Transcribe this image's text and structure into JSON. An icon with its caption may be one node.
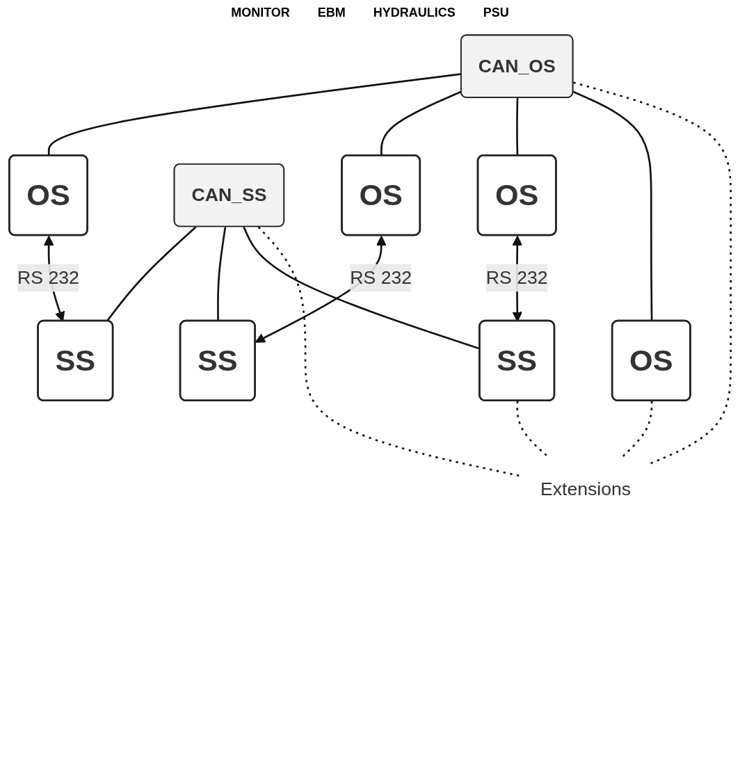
{
  "diagram": {
    "nodes": [
      {
        "text": [
          "OS"
        ]
      },
      {
        "text": [
          "SS"
        ]
      },
      {
        "text": [
          "CAN_OS"
        ]
      },
      {
        "text": [
          "CAN_SS"
        ]
      },
      {
        "text": [
          "OS"
        ]
      },
      {
        "text": [
          "SS"
        ]
      },
      {
        "text": [
          "OS"
        ]
      },
      {
        "text": [
          "SS"
        ]
      },
      {
        "text": [
          "OS"
        ]
      },
      {
        "text": [
          "Extensions"
        ]
      }
    ],
    "edges": [
      {
        "from": 0,
        "to": 1,
        "arrow": "both",
        "label": "RS 232"
      },
      {
        "from": 4,
        "to": 5,
        "arrow": "both",
        "label": "RS 232"
      },
      {
        "from": 6,
        "to": 7,
        "arrow": "both",
        "label": "RS 232"
      },
      {
        "from": 2,
        "to": 0,
        "arrow": "none"
      },
      {
        "from": 2,
        "to": 4,
        "arrow": "none"
      },
      {
        "from": 2,
        "to": 6,
        "arrow": "none"
      },
      {
        "from": 2,
        "to": 8,
        "arrow": "none"
      },
      {
        "from": 3,
        "to": 1,
        "arrow": "none"
      },
      {
        "from": 3,
        "to": 5,
        "arrow": "none"
      },
      {
        "from": 3,
        "to": 7,
        "arrow": "none"
      },
      {
        "from": 2,
        "to": 9,
        "arrow": "none",
        "style": "dashed"
      },
      {
        "from": 8,
        "to": 9,
        "arrow": "none",
        "style": "dashed"
      },
      {
        "from": 7,
        "to": 9,
        "arrow": "none",
        "style": "dashed"
      },
      {
        "from": 3,
        "to": 9,
        "arrow": "none",
        "style": "dashed"
      }
    ],
    "labels": [
      "MONITOR",
      "EBM",
      "HYDRAULICS",
      "PSU"
    ]
  }
}
